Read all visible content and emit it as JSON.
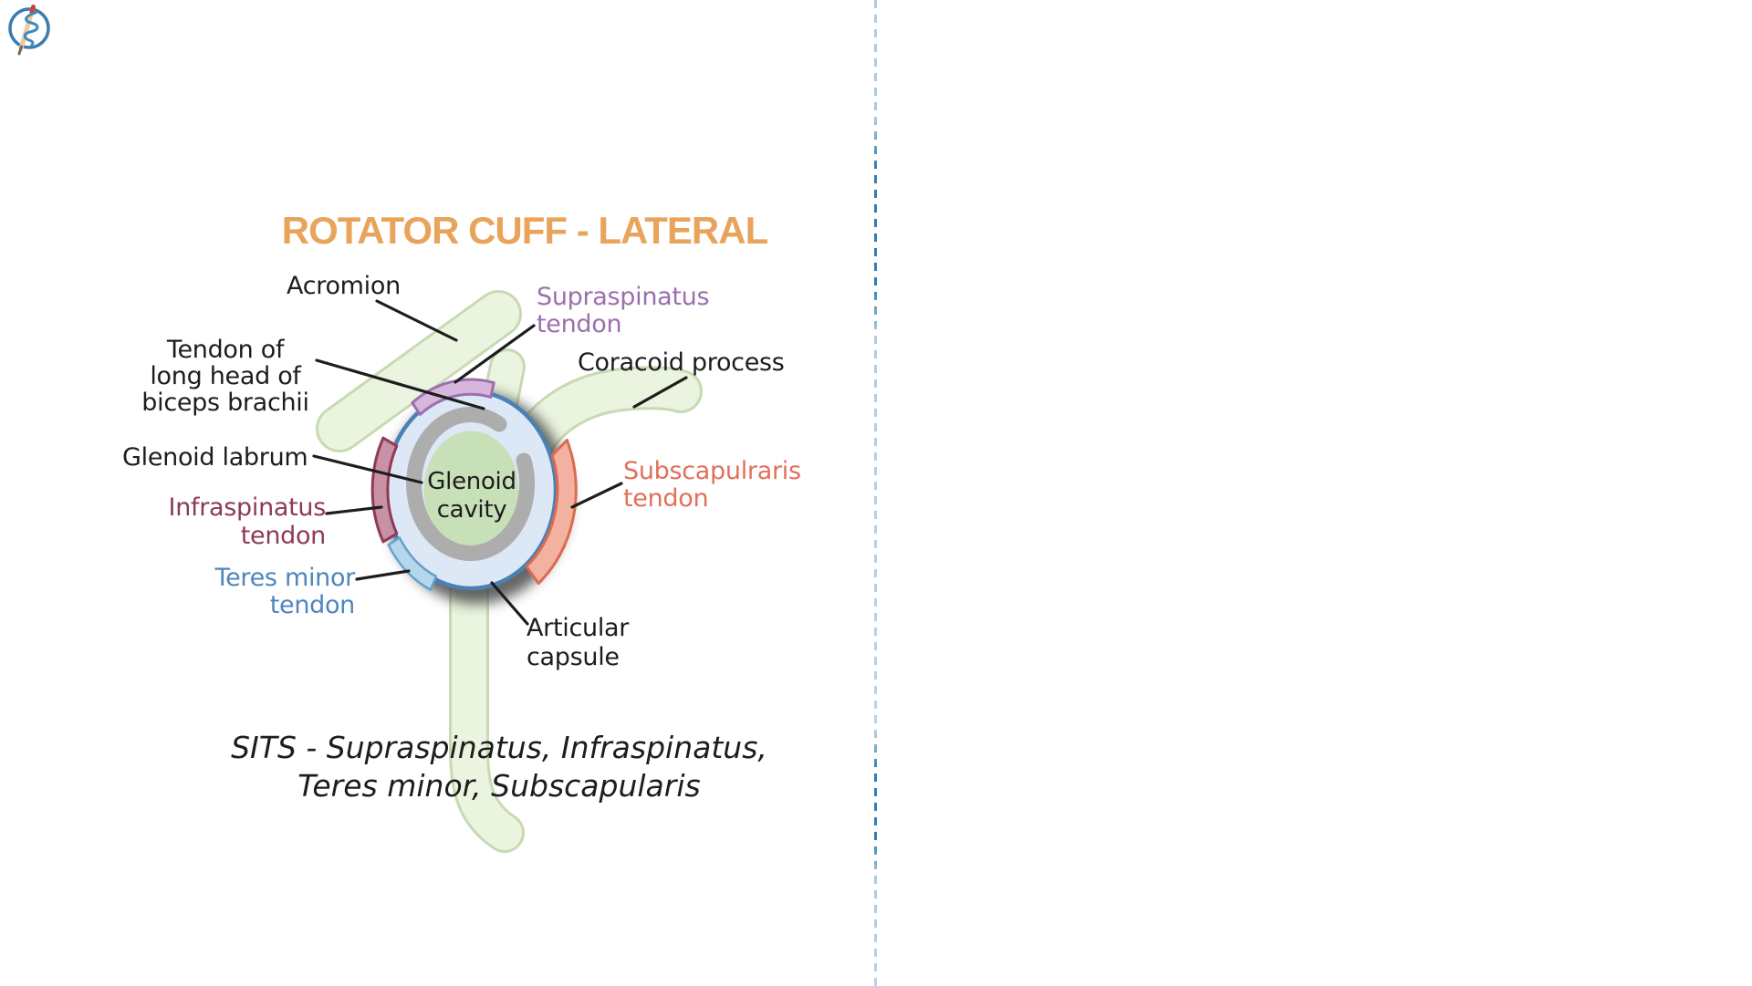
{
  "title": {
    "text": "ROTATOR CUFF - LATERAL",
    "color": "#e9a45c"
  },
  "logo": {
    "name": "rod-of-asclepius-logo",
    "ring_color": "#3d7cb0"
  },
  "labels": {
    "acromion": {
      "text": "Acromion",
      "color": "#1d1d1d"
    },
    "supraspinatus": {
      "line1": "Supraspinatus",
      "line2": "tendon",
      "color": "#9b6fae"
    },
    "long_head": {
      "line1": "Tendon of",
      "line2": "long head of",
      "line3": "biceps brachii",
      "color": "#1d1d1d"
    },
    "coracoid": {
      "text": "Coracoid process",
      "color": "#1d1d1d"
    },
    "glenoid_labrum": {
      "text": "Glenoid labrum",
      "color": "#1d1d1d"
    },
    "infraspinatus": {
      "line1": "Infraspinatus",
      "line2": "tendon",
      "color": "#8e3a55"
    },
    "subscapularis": {
      "line1": "Subscapulraris",
      "line2": "tendon",
      "color": "#e0705a"
    },
    "teres_minor": {
      "line1": "Teres minor",
      "line2": "tendon",
      "color": "#4e86bd"
    },
    "articular_capsule": {
      "line1": "Articular",
      "line2": "capsule",
      "color": "#1d1d1d"
    },
    "glenoid_cavity": {
      "line1": "Glenoid",
      "line2": "cavity",
      "color": "#1d1d1d"
    }
  },
  "mnemonic": {
    "line1": "SITS - Supraspinatus, Infraspinatus,",
    "line2": "Teres minor, Subscapularis",
    "color": "#1d1d1d"
  },
  "diagram": {
    "bone_fill": "#eaf4df",
    "bone_outline": "#c7dab3",
    "capsule_fill": "#dce8f5",
    "capsule_stroke": "#4b80b6",
    "labrum_gray": "#adadad",
    "cavity_green": "#c7e0b8",
    "shadow": "#3f3f3f",
    "supraspinatus_fill": "#d6b7db",
    "supraspinatus_stroke": "#9c6fae",
    "infraspinatus_fill": "#c891a6",
    "infraspinatus_stroke": "#8e3a55",
    "teres_fill": "#b5d7ee",
    "teres_stroke": "#66a0cc",
    "subscapularis_fill": "#f3b2a1",
    "subscapularis_stroke": "#dd6a50",
    "leader_line": "#1d1d1d",
    "divider_blue": "#2e7fb4"
  }
}
